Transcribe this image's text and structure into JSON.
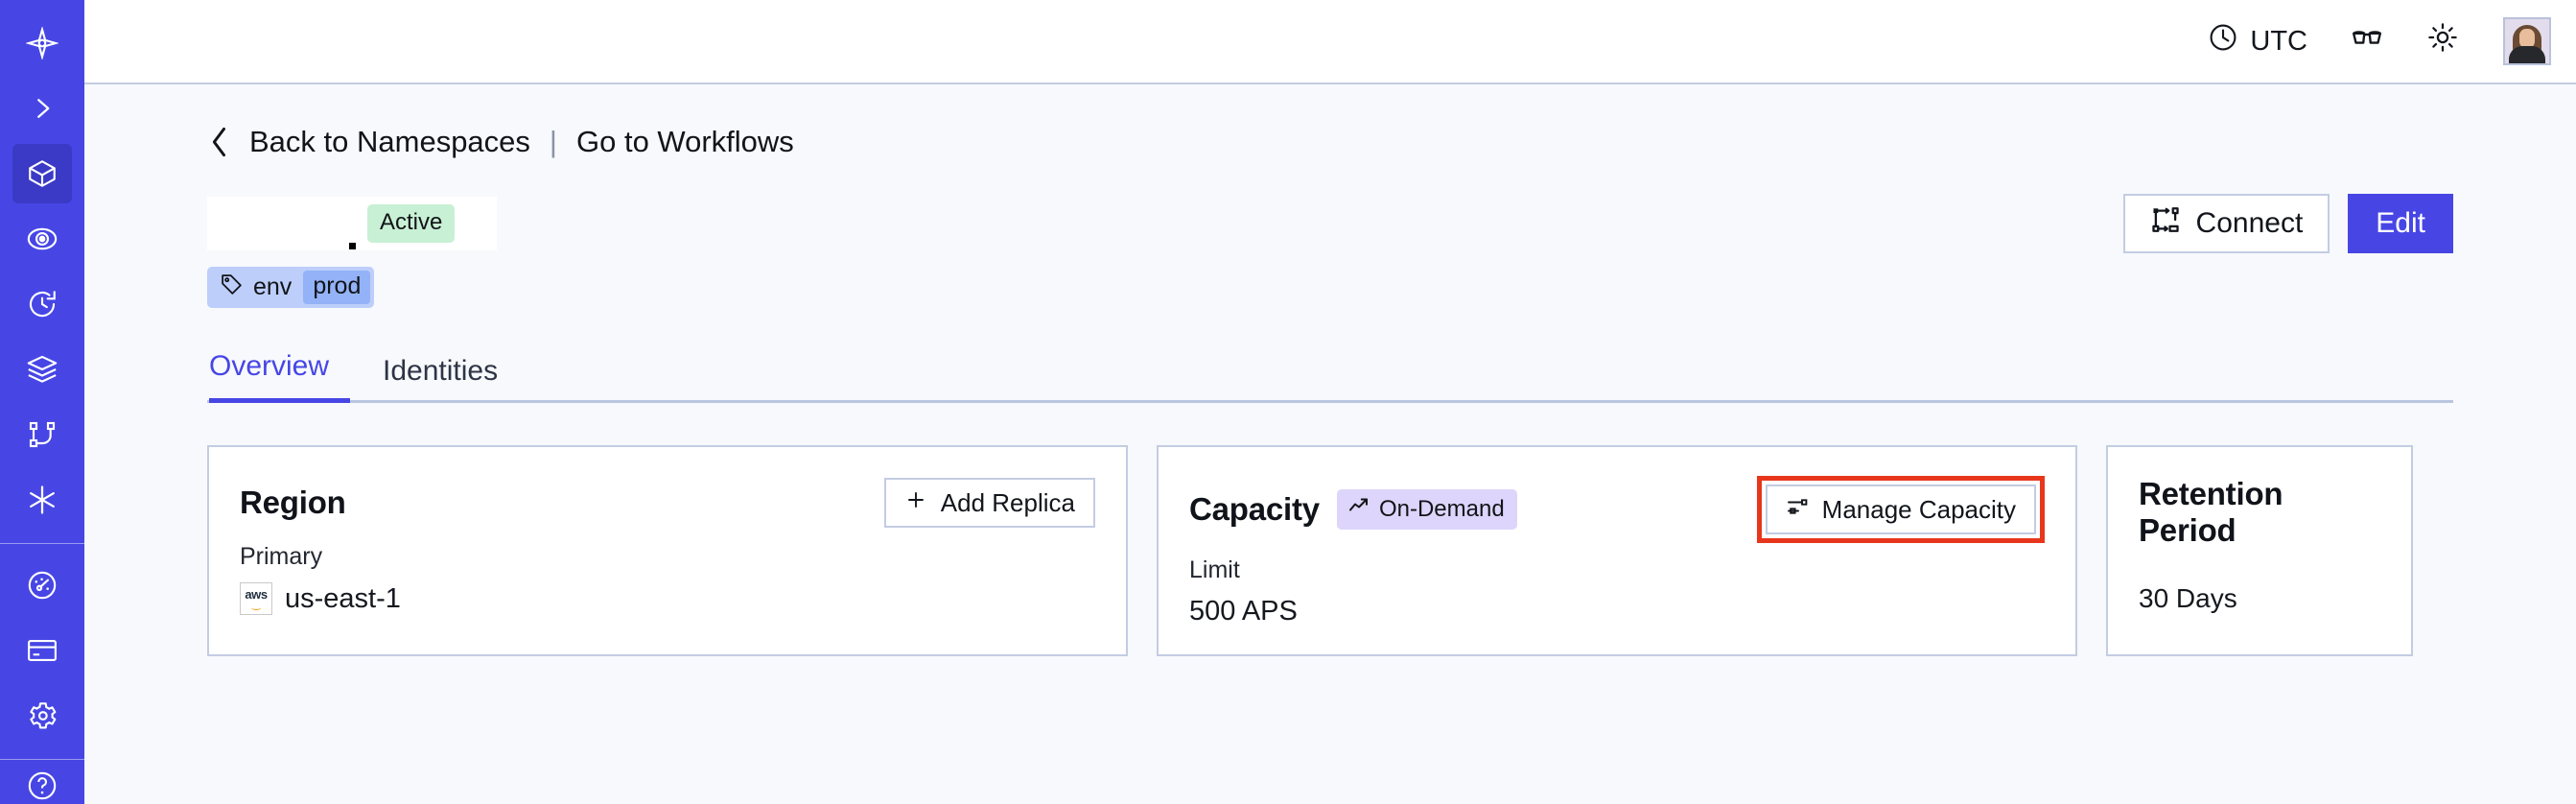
{
  "sidebar": {
    "background": "#4746e5",
    "active_background": "#3b3ac6",
    "items": [
      {
        "name": "logo",
        "icon": "temporal-logo-icon",
        "label": "",
        "active": false
      },
      {
        "name": "expand",
        "icon": "chevron-right-icon",
        "label": "",
        "active": false
      },
      {
        "name": "namespaces",
        "icon": "cube-icon",
        "label": "",
        "active": true
      },
      {
        "name": "observability",
        "icon": "eye-radar-icon",
        "label": "",
        "active": false
      },
      {
        "name": "schedules",
        "icon": "clock-rewind-icon",
        "label": "",
        "active": false
      },
      {
        "name": "batch",
        "icon": "layers-icon",
        "label": "",
        "active": false
      },
      {
        "name": "workflows",
        "icon": "git-branch-icon",
        "label": "",
        "active": false
      },
      {
        "name": "nexus",
        "icon": "asterisk-icon",
        "label": "",
        "active": false
      },
      {
        "name": "usage",
        "icon": "gauge-icon",
        "label": "",
        "active": false
      },
      {
        "name": "billing",
        "icon": "credit-card-icon",
        "label": "",
        "active": false
      },
      {
        "name": "settings",
        "icon": "gear-icon",
        "label": "",
        "active": false
      },
      {
        "name": "help",
        "icon": "help-circle-icon",
        "label": "",
        "active": false
      }
    ]
  },
  "topbar": {
    "timezone_label": "UTC",
    "timezone_icon": "clock-icon",
    "glasses_icon": "glasses-icon",
    "theme_icon": "sun-icon",
    "avatar_icon": "user-avatar"
  },
  "breadcrumb": {
    "back_icon": "chevron-left-icon",
    "back_label": "Back to Namespaces",
    "separator": "|",
    "forward_label": "Go to Workflows"
  },
  "header": {
    "namespace_name": "",
    "status_badge": "Active",
    "status_badge_color": "#c8f0d4",
    "connect_label": "Connect",
    "connect_icon": "connect-nodes-icon",
    "edit_label": "Edit",
    "edit_color": "#4746e5"
  },
  "tags": [
    {
      "icon": "tag-icon",
      "key": "env",
      "value": "prod"
    }
  ],
  "tabs": [
    {
      "label": "Overview",
      "selected": true
    },
    {
      "label": "Identities",
      "selected": false
    }
  ],
  "cards": {
    "region": {
      "title": "Region",
      "action_label": "Add Replica",
      "action_icon": "plus-icon",
      "sub_label": "Primary",
      "provider_icon": "aws-logo",
      "provider_text_top": "aws",
      "value": "us-east-1"
    },
    "capacity": {
      "title": "Capacity",
      "badge_label": "On-Demand",
      "badge_icon": "trending-up-icon",
      "badge_color": "#ddd5fb",
      "action_label": "Manage Capacity",
      "action_icon": "sliders-icon",
      "action_highlighted": true,
      "highlight_color": "#e8361c",
      "sub_label": "Limit",
      "value": "500 APS"
    },
    "retention": {
      "title": "Retention Period",
      "value": "30 Days"
    }
  }
}
